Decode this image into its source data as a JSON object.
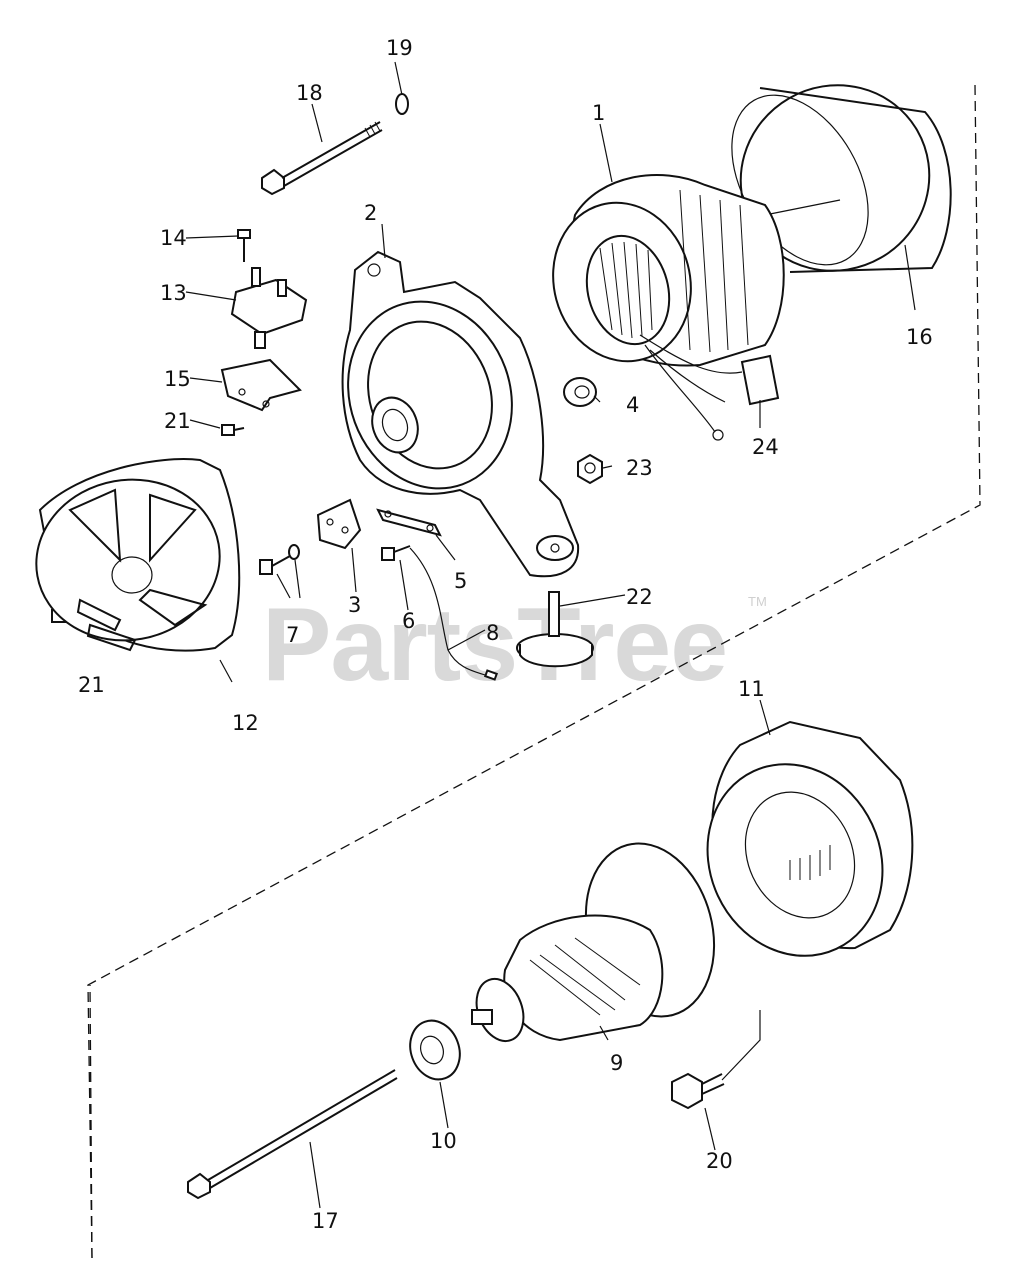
{
  "watermark": {
    "brand": "PartsTree",
    "trademark": "TM"
  },
  "colors": {
    "line": "#111111",
    "watermark": "#d9d9d9",
    "background": "#ffffff"
  },
  "callouts": {
    "c1": "1",
    "c2": "2",
    "c3": "3",
    "c4": "4",
    "c5": "5",
    "c6": "6",
    "c7": "7",
    "c8": "8",
    "c9": "9",
    "c10": "10",
    "c11": "11",
    "c12": "12",
    "c13": "13",
    "c14": "14",
    "c15": "15",
    "c16": "16",
    "c17": "17",
    "c18": "18",
    "c19": "19",
    "c20": "20",
    "c21a": "21",
    "c21b": "21",
    "c22": "22",
    "c23": "23",
    "c24": "24"
  }
}
